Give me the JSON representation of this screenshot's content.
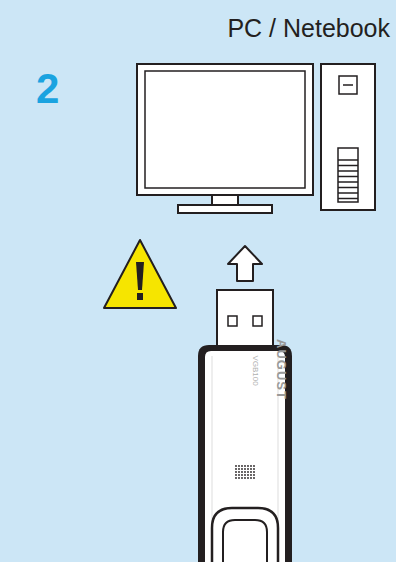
{
  "diagram": {
    "title": "PC / Netebook",
    "labels": [
      "2",
      "AUGUST",
      "VGB100"
    ]
  }
}
